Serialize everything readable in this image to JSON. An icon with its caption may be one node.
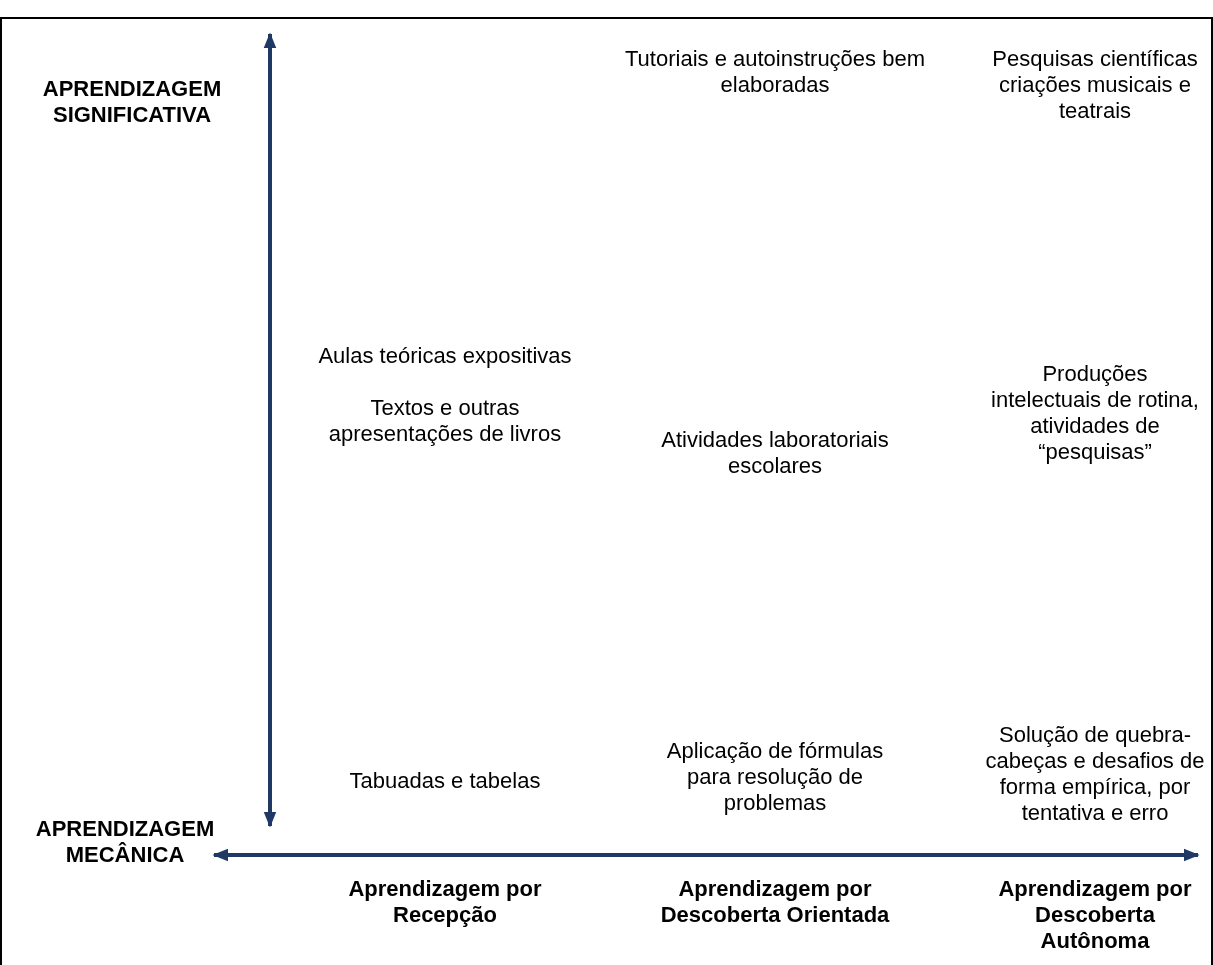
{
  "diagram": {
    "labels": [
      "APRENDIZAGEM SIGNIFICATIVA",
      "Tutoriais e autoinstruções bem elaboradas",
      "Pesquisas científicas criações musicais e teatrais",
      "Aulas teóricas expositivas",
      "Textos e outras apresentações de livros",
      "Atividades laboratoriais escolares",
      "Produções intelectuais de rotina, atividades de “pesquisas”",
      "Tabuadas e tabelas",
      "Aplicação de fórmulas para resolução de problemas",
      "Solução de quebra-cabeças e desafios de forma empírica, por tentativa e erro",
      "APRENDIZAGEM MECÂNICA",
      "Aprendizagem por Recepção",
      "Aprendizagem por Descoberta Orientada",
      "Aprendizagem por Descoberta Autônoma"
    ]
  }
}
